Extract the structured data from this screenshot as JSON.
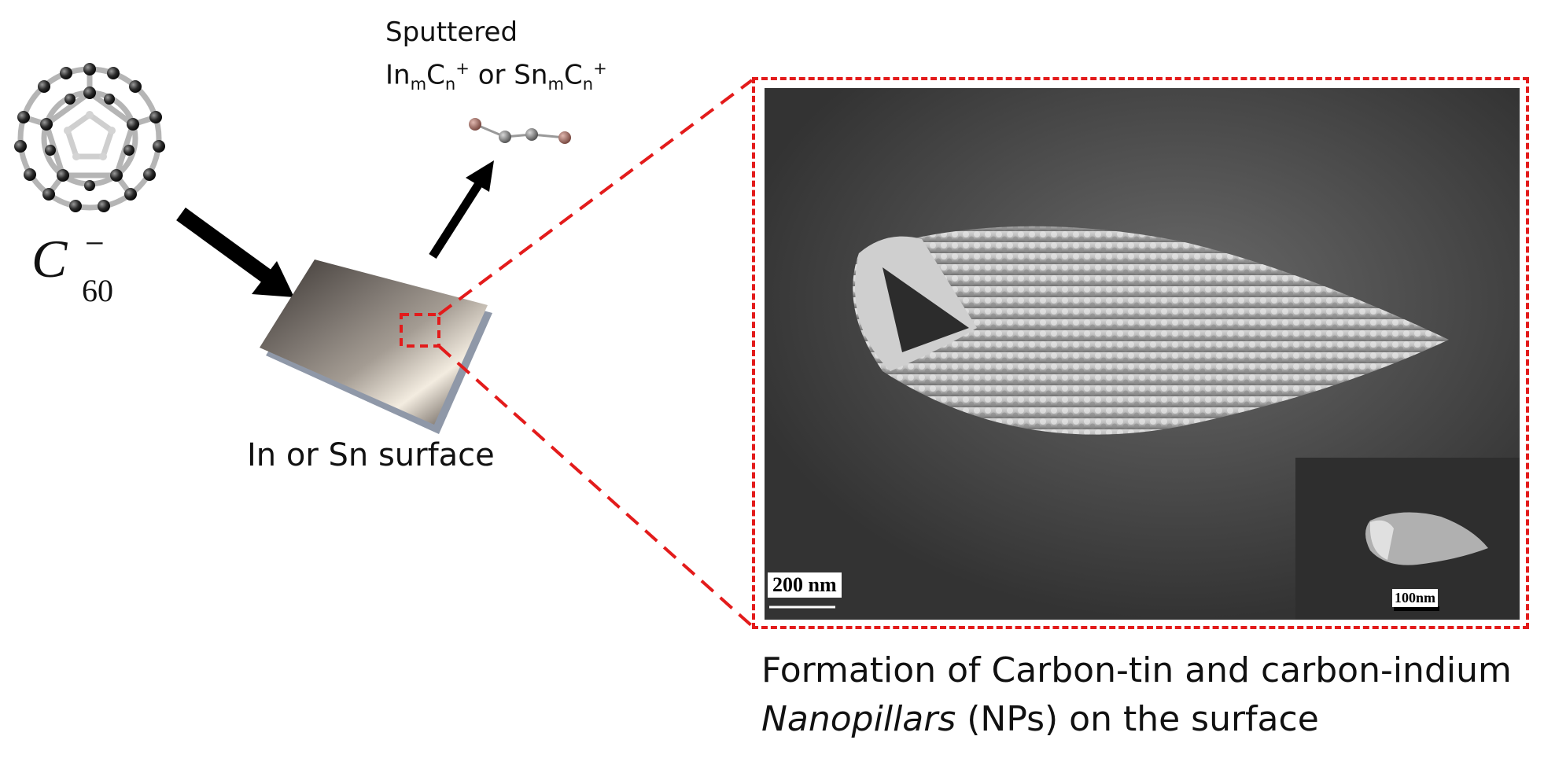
{
  "sputtered": {
    "line1": "Sputtered",
    "line2_parts": [
      "In",
      "m",
      "C",
      "n",
      "+",
      " or Sn",
      "m",
      "C",
      "n",
      "+"
    ]
  },
  "c60": {
    "base": "C",
    "sub": "60",
    "sup": "−"
  },
  "surface_label": "In or Sn surface",
  "sem": {
    "main_scale": "200 nm",
    "inset_scale": "100nm"
  },
  "caption": {
    "line1": "Formation of Carbon-tin and carbon-indium",
    "line2_italic": "Nanopillars",
    "line2_rest": " (NPs) on the surface"
  },
  "colors": {
    "highlight": "#e31b1b",
    "arrow": "#000000"
  },
  "icons": [
    "fullerene-molecule-icon",
    "sputtered-cluster-icon",
    "metal-surface-plate-icon",
    "sem-nanopillar-image"
  ]
}
